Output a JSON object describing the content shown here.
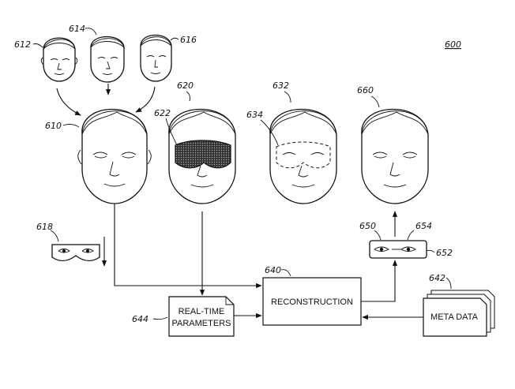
{
  "figure_number": "600",
  "labels": {
    "r610": "610",
    "r612": "612",
    "r614": "614",
    "r616": "616",
    "r618": "618",
    "r620": "620",
    "r622": "622",
    "r632": "632",
    "r634": "634",
    "r640": "640",
    "r642": "642",
    "r644": "644",
    "r650": "650",
    "r652": "652",
    "r654": "654",
    "r660": "660"
  },
  "boxes": {
    "reconstruction": "RECONSTRUCTION",
    "realtime_line1": "REAL-TIME",
    "realtime_line2": "PARAMETERS",
    "meta_data": "META DATA"
  },
  "icons": {
    "faces": "face-icon",
    "eye_region": "eye-region-icon",
    "hmd": "head-mounted-display-icon"
  }
}
